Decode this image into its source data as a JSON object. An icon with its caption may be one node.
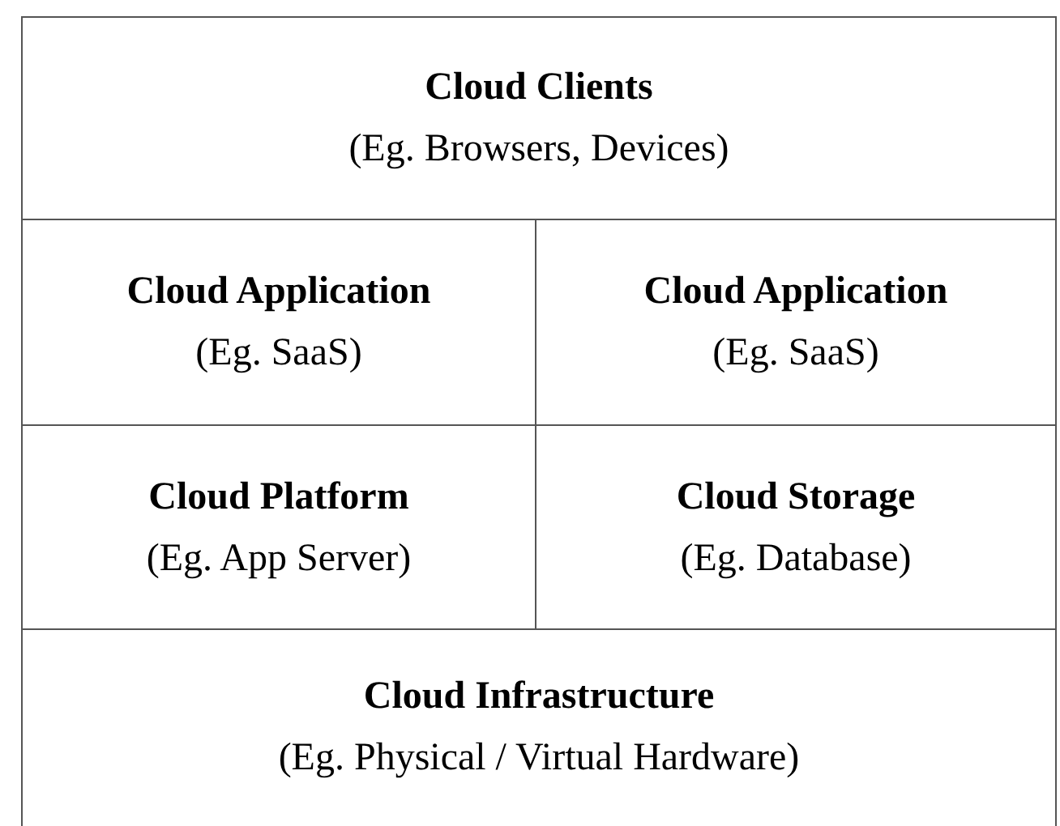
{
  "diagram": {
    "nodes": [
      {
        "text": [
          "Cloud Clients",
          "(Eg. Browsers, Devices)"
        ]
      },
      {
        "text": [
          "Cloud Application",
          "(Eg. SaaS)"
        ]
      },
      {
        "text": [
          "Cloud Application",
          "(Eg. SaaS)"
        ]
      },
      {
        "text": [
          "Cloud Platform",
          "(Eg. App Server)"
        ]
      },
      {
        "text": [
          "Cloud Storage",
          "(Eg. Database)"
        ]
      },
      {
        "text": [
          "Cloud Infrastructure",
          "(Eg. Physical / Virtual Hardware)"
        ]
      }
    ]
  }
}
